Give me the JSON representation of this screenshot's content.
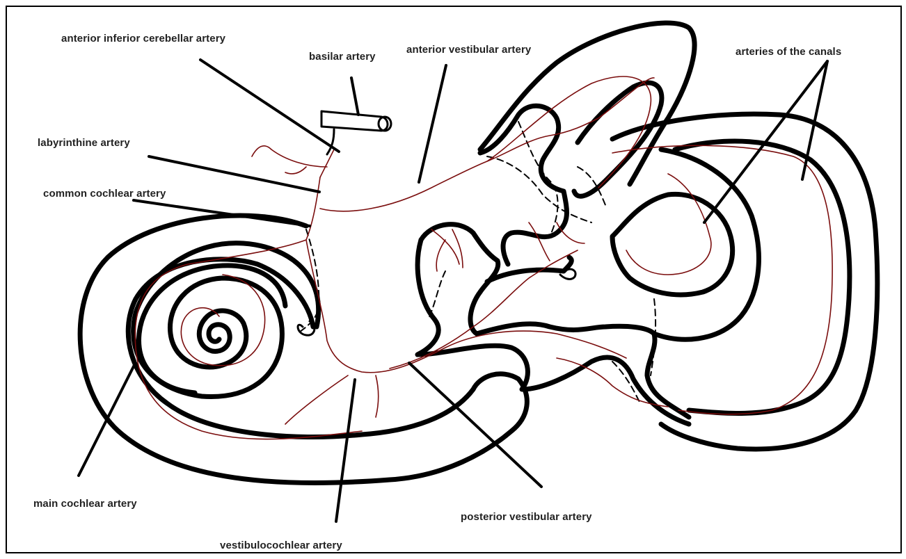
{
  "labels": {
    "aica": "anterior inferior cerebellar artery",
    "basilar": "basilar artery",
    "anterior_vestibular": "anterior vestibular artery",
    "canals": "arteries of the canals",
    "labyrinthine": "labyrinthine artery",
    "common_cochlear": "common cochlear artery",
    "main_cochlear": "main cochlear artery",
    "vestibulocochlear": "vestibulocochlear artery",
    "posterior_vestibular": "posterior vestibular artery"
  },
  "colors": {
    "outline": "#000000",
    "artery": "#7a0d0d",
    "background": "#ffffff"
  }
}
